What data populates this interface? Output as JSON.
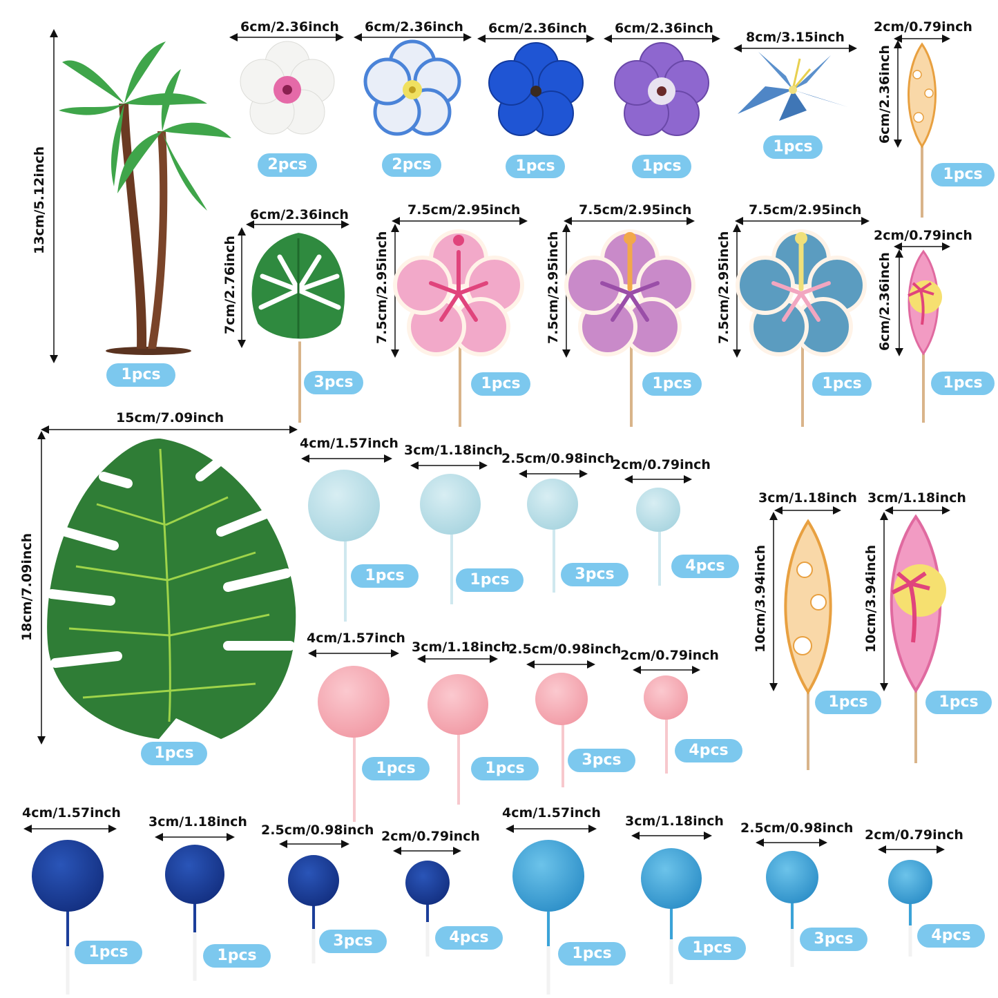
{
  "colors": {
    "badge": "#7cc8ee",
    "leaf_green": "#2f8a3f",
    "trunk_brown": "#6b3a22",
    "pink_hibiscus": "#f0a6c8",
    "purple_hibiscus": "#c484c6",
    "blue_hibiscus": "#5b9cc0",
    "light_blue_ball": "#b7dfe8",
    "pink_ball": "#f5a9b2",
    "dark_blue_ball": "#1b3e9a",
    "sky_blue_ball": "#3aa3d8",
    "surf_yellow": "#f7c983",
    "surf_pink": "#f29bc3"
  },
  "items": [
    {
      "name": "palm-tree",
      "width_label": "",
      "height_label": "13cm/5.12inch",
      "qty": "1pcs"
    },
    {
      "name": "white-pink-flower",
      "width_label": "6cm/2.36inch",
      "qty": "2pcs"
    },
    {
      "name": "white-blue-flower",
      "width_label": "6cm/2.36inch",
      "qty": "2pcs"
    },
    {
      "name": "blue-flower",
      "width_label": "6cm/2.36inch",
      "qty": "1pcs"
    },
    {
      "name": "purple-flower",
      "width_label": "6cm/2.36inch",
      "qty": "1pcs"
    },
    {
      "name": "blue-lily",
      "width_label": "8cm/3.15inch",
      "qty": "1pcs"
    },
    {
      "name": "small-surfboard-yellow",
      "width_label": "2cm/0.79inch",
      "height_label": "6cm/2.36inch",
      "qty": "1pcs"
    },
    {
      "name": "monstera-pick",
      "width_label": "6cm/2.36inch",
      "height_label": "7cm/2.76inch",
      "qty": "3pcs"
    },
    {
      "name": "pink-hibiscus-pick",
      "width_label": "7.5cm/2.95inch",
      "height_label": "7.5cm/2.95inch",
      "qty": "1pcs"
    },
    {
      "name": "purple-hibiscus-pick",
      "width_label": "7.5cm/2.95inch",
      "height_label": "7.5cm/2.95inch",
      "qty": "1pcs"
    },
    {
      "name": "blue-hibiscus-pick",
      "width_label": "7.5cm/2.95inch",
      "height_label": "7.5cm/2.95inch",
      "qty": "1pcs"
    },
    {
      "name": "small-surfboard-pink",
      "width_label": "2cm/0.79inch",
      "height_label": "6cm/2.36inch",
      "qty": "1pcs"
    },
    {
      "name": "monstera-leaf",
      "width_label": "15cm/7.09inch",
      "height_label": "18cm/7.09inch",
      "qty": "1pcs"
    },
    {
      "name": "light-blue-ball-4",
      "width_label": "4cm/1.57inch",
      "qty": "1pcs"
    },
    {
      "name": "light-blue-ball-3",
      "width_label": "3cm/1.18inch",
      "qty": "1pcs"
    },
    {
      "name": "light-blue-ball-25",
      "width_label": "2.5cm/0.98inch",
      "qty": "3pcs"
    },
    {
      "name": "light-blue-ball-2",
      "width_label": "2cm/0.79inch",
      "qty": "4pcs"
    },
    {
      "name": "pink-ball-4",
      "width_label": "4cm/1.57inch",
      "qty": "1pcs"
    },
    {
      "name": "pink-ball-3",
      "width_label": "3cm/1.18inch",
      "qty": "1pcs"
    },
    {
      "name": "pink-ball-25",
      "width_label": "2.5cm/0.98inch",
      "qty": "3pcs"
    },
    {
      "name": "pink-ball-2",
      "width_label": "2cm/0.79inch",
      "qty": "4pcs"
    },
    {
      "name": "large-surfboard-yellow",
      "width_label": "3cm/1.18inch",
      "height_label": "10cm/3.94inch",
      "qty": "1pcs"
    },
    {
      "name": "large-surfboard-pink",
      "width_label": "3cm/1.18inch",
      "height_label": "10cm/3.94inch",
      "qty": "1pcs"
    },
    {
      "name": "dark-blue-ball-4",
      "width_label": "4cm/1.57inch",
      "qty": "1pcs"
    },
    {
      "name": "dark-blue-ball-3",
      "width_label": "3cm/1.18inch",
      "qty": "1pcs"
    },
    {
      "name": "dark-blue-ball-25",
      "width_label": "2.5cm/0.98inch",
      "qty": "3pcs"
    },
    {
      "name": "dark-blue-ball-2",
      "width_label": "2cm/0.79inch",
      "qty": "4pcs"
    },
    {
      "name": "sky-blue-ball-4",
      "width_label": "4cm/1.57inch",
      "qty": "1pcs"
    },
    {
      "name": "sky-blue-ball-3",
      "width_label": "3cm/1.18inch",
      "qty": "1pcs"
    },
    {
      "name": "sky-blue-ball-25",
      "width_label": "2.5cm/0.98inch",
      "qty": "3pcs"
    },
    {
      "name": "sky-blue-ball-2",
      "width_label": "2cm/0.79inch",
      "qty": "4pcs"
    }
  ]
}
